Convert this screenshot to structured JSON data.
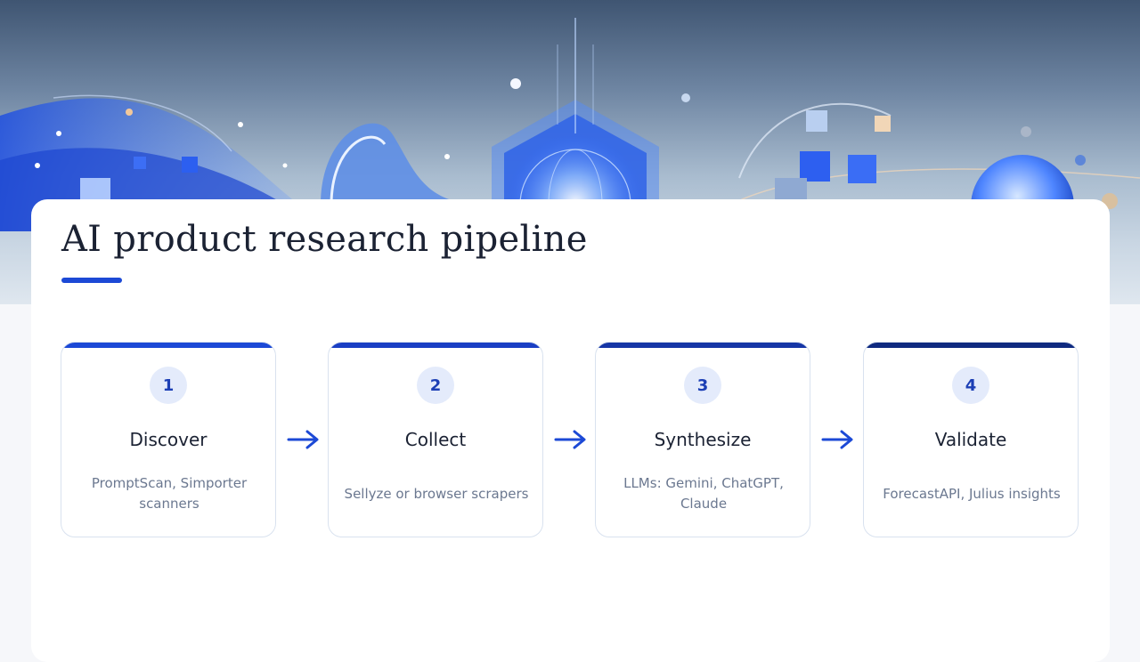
{
  "page": {
    "title": "AI product research pipeline"
  },
  "colors": {
    "accent": "#1c49d6",
    "step_bars": [
      "#1c49d6",
      "#1a3fc4",
      "#1636a6",
      "#0f2a80"
    ],
    "badge_bg": "#e4ebfb",
    "text_dark": "#1b2233",
    "text_muted": "#6b7890"
  },
  "steps": [
    {
      "number": "1",
      "title": "Discover",
      "description": "PromptScan, Simporter scanners"
    },
    {
      "number": "2",
      "title": "Collect",
      "description": "Sellyze or browser scrapers"
    },
    {
      "number": "3",
      "title": "Synthesize",
      "description": "LLMs: Gemini, ChatGPT, Claude"
    },
    {
      "number": "4",
      "title": "Validate",
      "description": "ForecastAPI, Julius insights"
    }
  ],
  "icons": {
    "connector": "arrow-right-icon"
  }
}
